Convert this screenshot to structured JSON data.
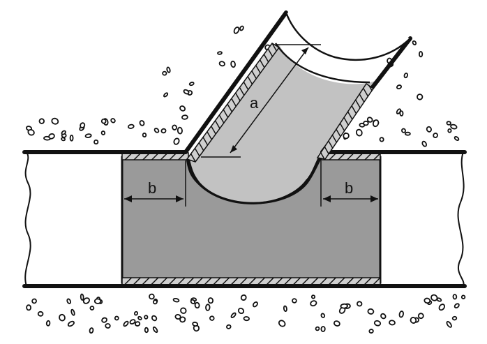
{
  "diagram": {
    "labels": {
      "a": "a",
      "b_left": "b",
      "b_right": "b"
    },
    "colors": {
      "background": "#ffffff",
      "outline": "#111111",
      "sleeve_fill": "#9a9a9a",
      "branch_fill": "#c2c2c2",
      "pipe_fill": "#ffffff",
      "hatch": "#111111",
      "soil": "#111111"
    }
  }
}
